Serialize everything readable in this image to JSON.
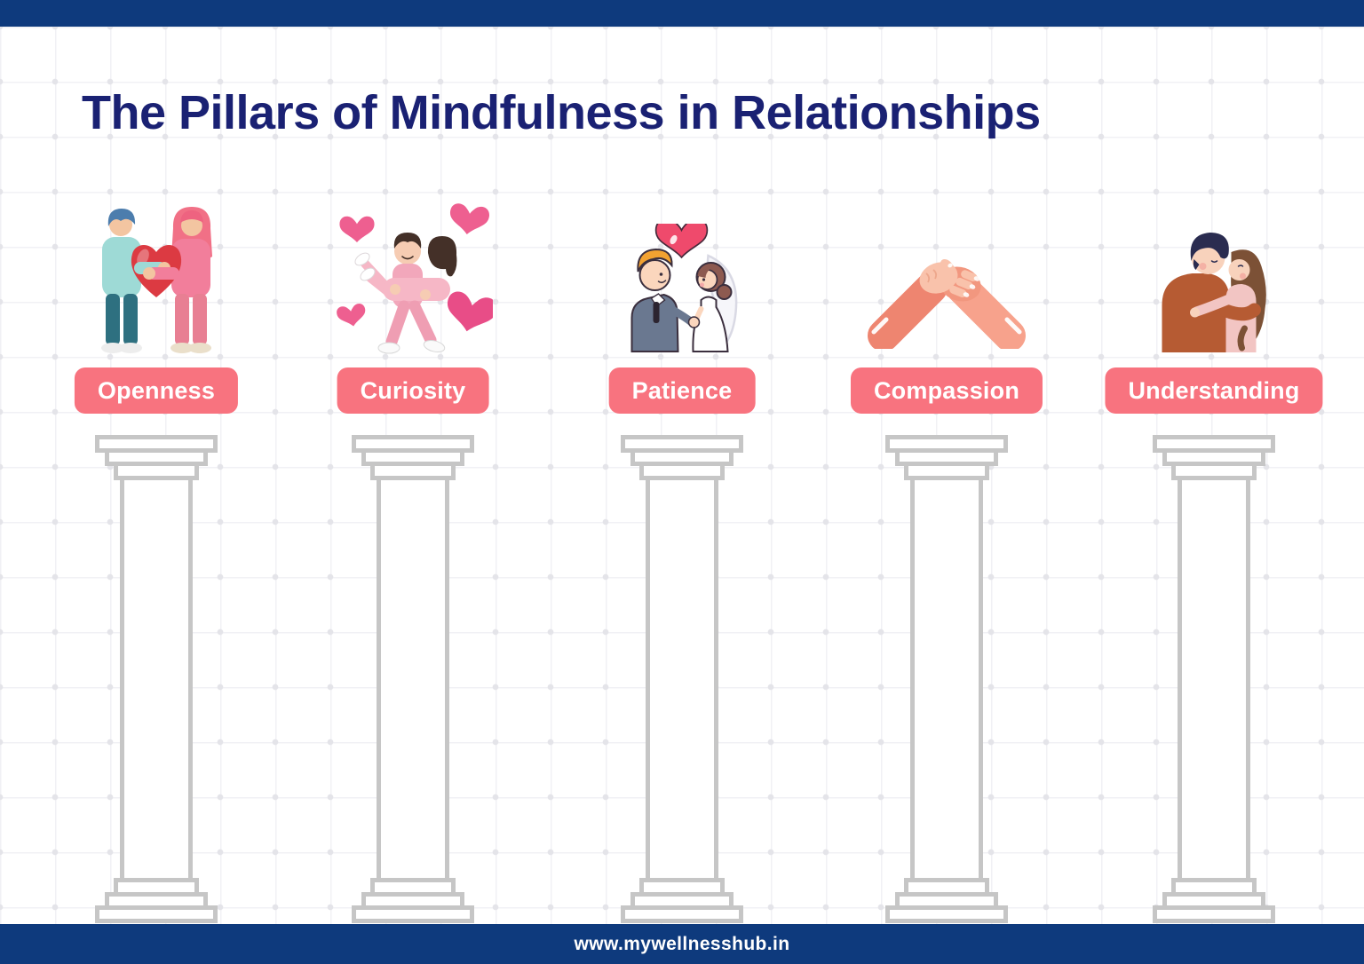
{
  "title": "The Pillars of Mindfulness in Relationships",
  "footer": {
    "url": "www.mywellnesshub.in"
  },
  "pillars": [
    {
      "label": "Openness",
      "icon": "couple-holding-heart-icon"
    },
    {
      "label": "Curiosity",
      "icon": "man-carrying-woman-hearts-icon"
    },
    {
      "label": "Patience",
      "icon": "wedding-couple-icon"
    },
    {
      "label": "Compassion",
      "icon": "clasped-hands-icon"
    },
    {
      "label": "Understanding",
      "icon": "embracing-couple-icon"
    }
  ],
  "colors": {
    "bar_navy": "#0e3a7d",
    "title_navy": "#1a2173",
    "label_pink": "#f8737f",
    "label_text": "#ffffff",
    "column_gray": "#c6c6c6",
    "heart_red": "#dc3a42",
    "heart_pink": "#ee5f90"
  }
}
